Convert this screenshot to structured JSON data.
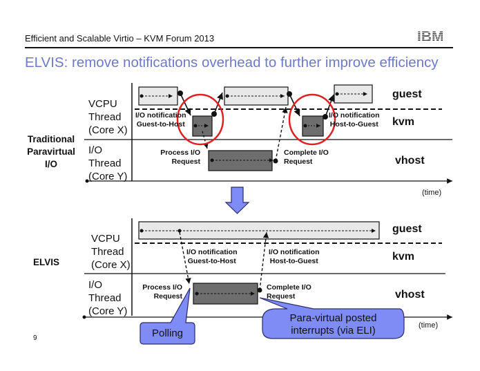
{
  "header": {
    "presentation_title": "Efficient and Scalable Virtio – KVM Forum 2013",
    "logo": "IBM",
    "slide_title": "ELVIS: remove notifications overhead to further improve efficiency",
    "page_number": "9"
  },
  "colors": {
    "title": "#6d79c8",
    "callout_fill": "#7f8cf5",
    "guest_box": "#e8e8e8",
    "kvm_box": "#6e6e6e",
    "highlight_circle": "#e02020"
  },
  "traditional": {
    "section_label": [
      "Traditional",
      "Paravirtual",
      "I/O"
    ],
    "vcpu_label": [
      "VCPU",
      "Thread",
      "(Core X)"
    ],
    "io_label": [
      "I/O",
      "Thread",
      "(Core Y)"
    ],
    "lanes": {
      "guest": "guest",
      "kvm": "kvm",
      "vhost": "vhost"
    },
    "notes": {
      "g2h": [
        "I/O notification",
        "Guest-to-Host"
      ],
      "h2g": [
        "I/O notification",
        "Host-to-Guest"
      ],
      "process": [
        "Process I/O",
        "Request"
      ],
      "complete": [
        "Complete I/O",
        "Request"
      ]
    },
    "time_label": "(time)"
  },
  "transition_arrow": "down-arrow-icon",
  "elvis": {
    "section_label": "ELVIS",
    "vcpu_label": [
      "VCPU",
      "Thread",
      "(Core X)"
    ],
    "io_label": [
      "I/O",
      "Thread",
      "(Core Y)"
    ],
    "lanes": {
      "guest": "guest",
      "kvm": "kvm",
      "vhost": "vhost"
    },
    "notes": {
      "g2h": [
        "I/O notification",
        "Guest-to-Host"
      ],
      "h2g": [
        "I/O notification",
        "Host-to-Guest"
      ],
      "process": [
        "Process I/O",
        "Request"
      ],
      "complete": [
        "Complete I/O",
        "Request"
      ]
    },
    "callouts": {
      "polling": "Polling",
      "posted_interrupts": [
        "Para-virtual posted",
        "interrupts (via ELI)"
      ]
    },
    "time_label": "(time)"
  }
}
